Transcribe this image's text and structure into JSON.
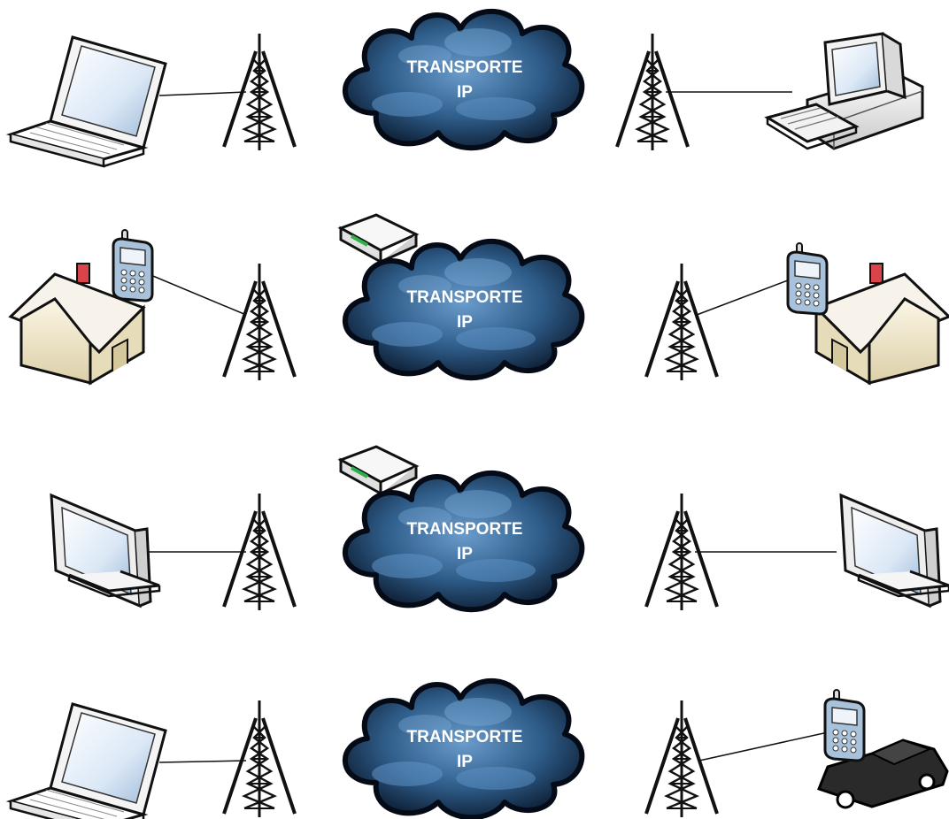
{
  "rows": [
    {
      "id": "row-1",
      "left_device": "laptop-icon",
      "right_device": "desktop-computer-icon",
      "modem": false,
      "cloud_line1": "TRANSPORTE",
      "cloud_line2": "IP"
    },
    {
      "id": "row-2",
      "left_device": "house-with-phone-icon",
      "right_device": "house-with-phone-icon",
      "modem": true,
      "cloud_line1": "TRANSPORTE",
      "cloud_line2": "IP"
    },
    {
      "id": "row-3",
      "left_device": "monitor-icon",
      "right_device": "monitor-icon",
      "modem": true,
      "cloud_line1": "TRANSPORTE",
      "cloud_line2": "IP"
    },
    {
      "id": "row-4",
      "left_device": "laptop-icon",
      "right_device": "car-with-phone-icon",
      "modem": false,
      "cloud_line1": "TRANSPORTE",
      "cloud_line2": "IP"
    }
  ],
  "colors": {
    "cloud_dark": "#0b1a2e",
    "cloud_light": "#4f86b8",
    "tower": "#111111",
    "house_wall": "#efe6cf",
    "chimney": "#d9444a",
    "car": "#222222",
    "phone_body": "#9fb9d6"
  }
}
